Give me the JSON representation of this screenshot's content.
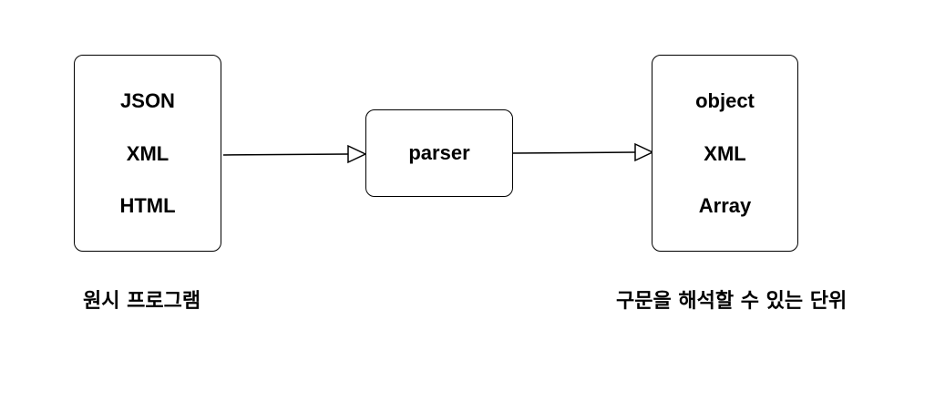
{
  "source_box": {
    "lines": [
      "JSON",
      "XML",
      "HTML"
    ],
    "caption": "원시 프로그램"
  },
  "parser_box": {
    "label": "parser"
  },
  "output_box": {
    "lines": [
      "object",
      "XML",
      "Array"
    ],
    "caption": "구문을 해석할 수 있는 단위"
  }
}
